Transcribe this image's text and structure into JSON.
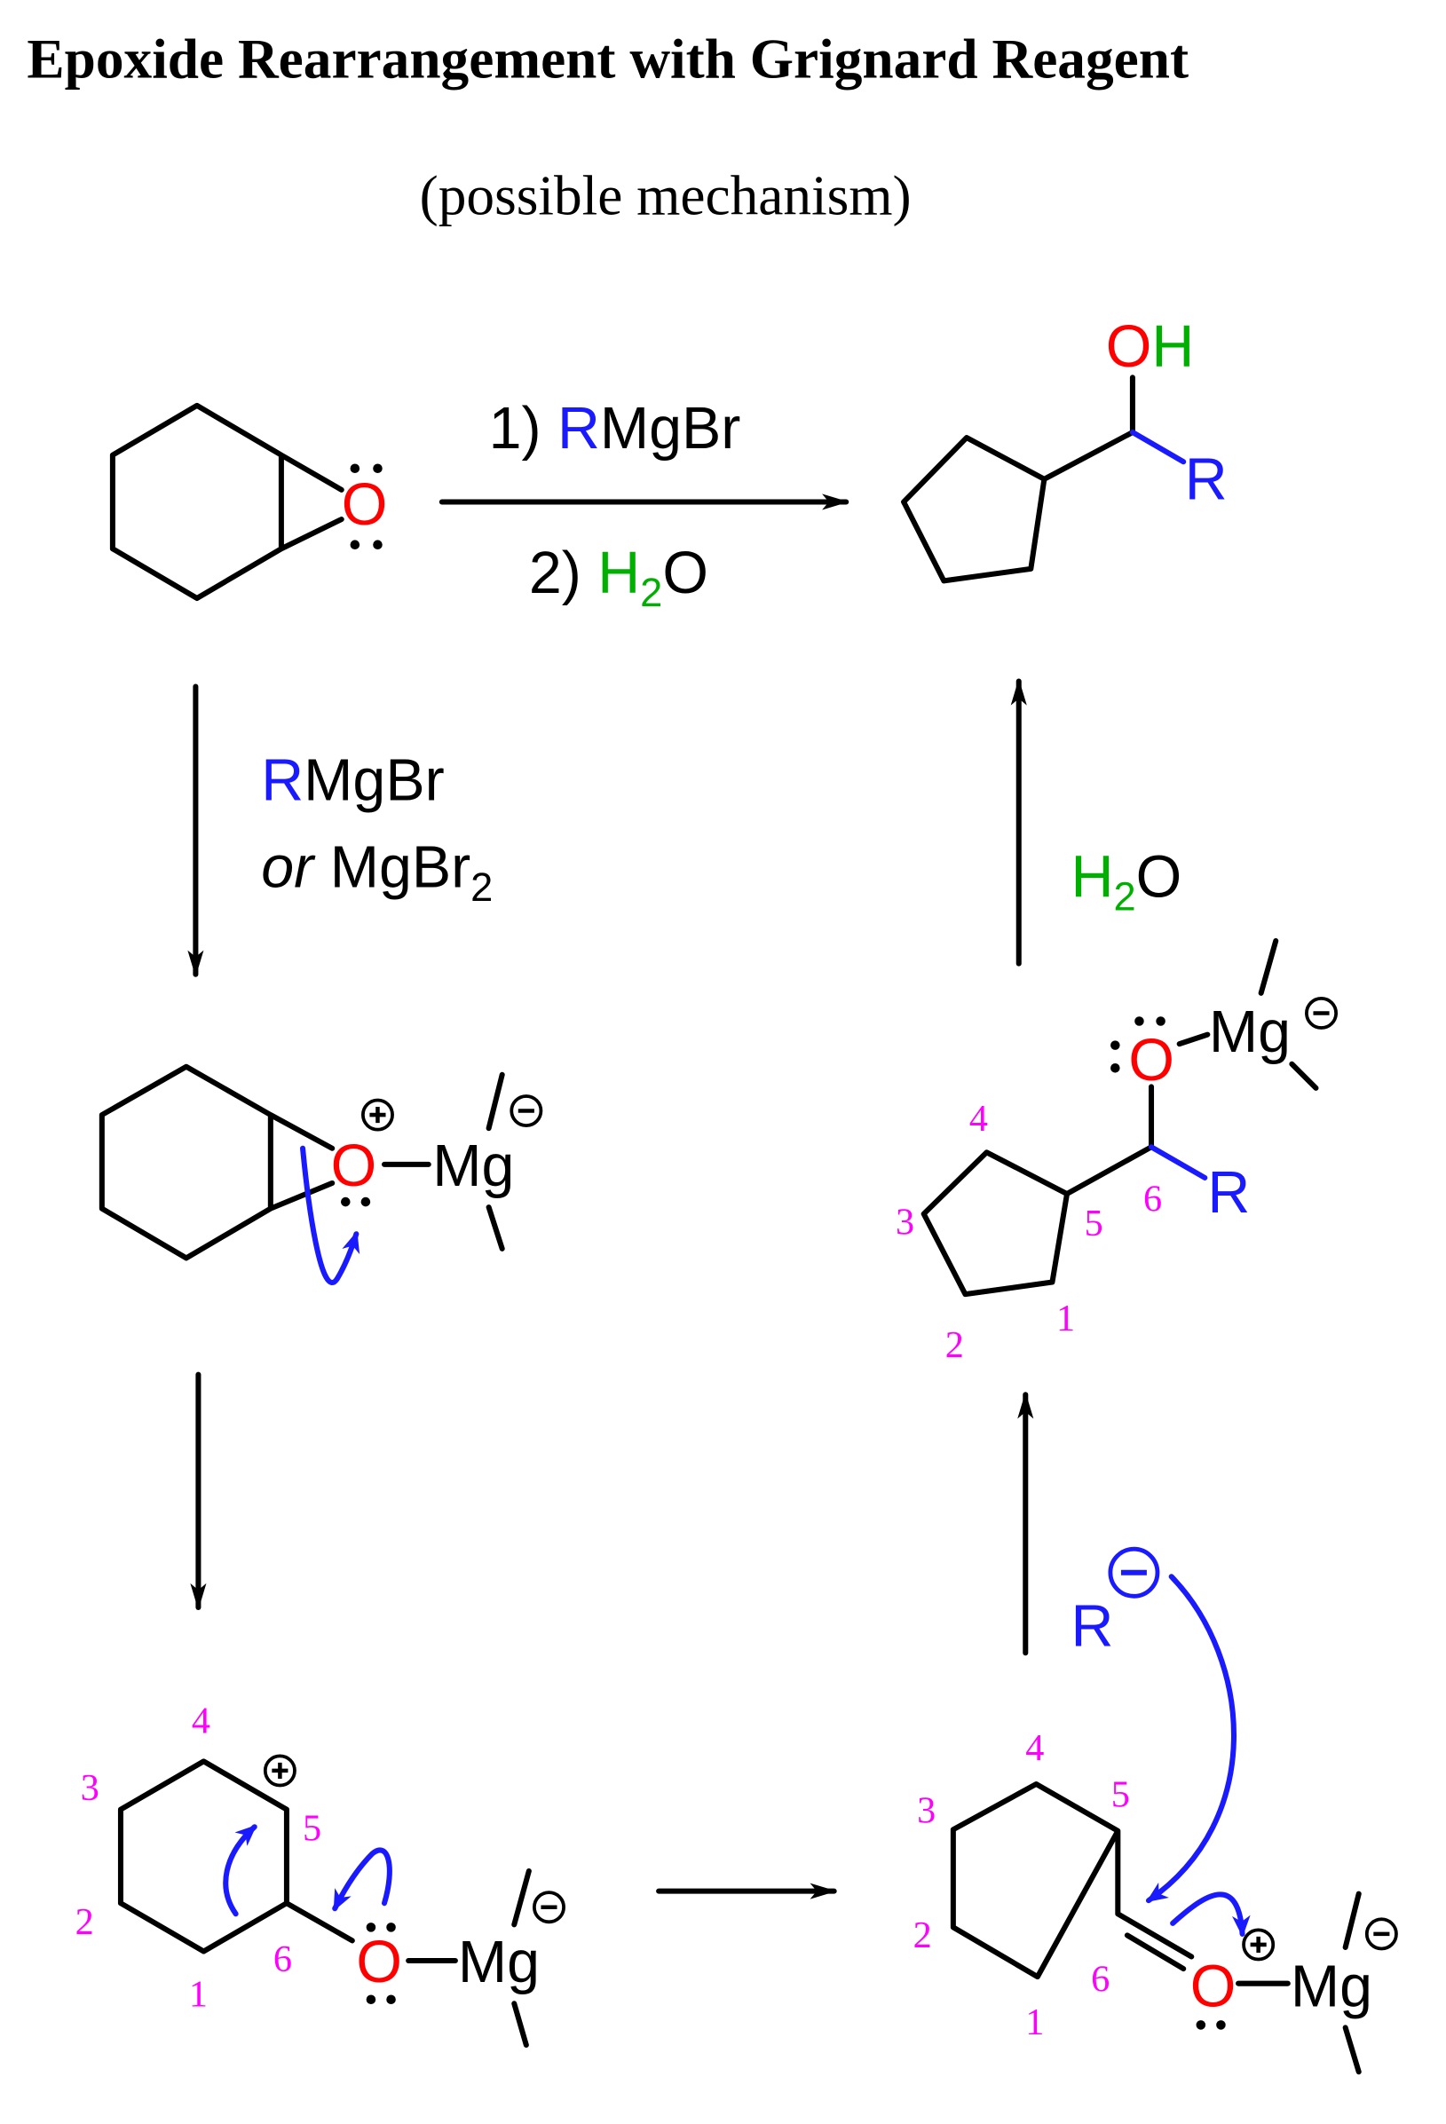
{
  "title": "Epoxide Rearrangement with Grignard Reagent",
  "subtitle": "(possible mechanism)",
  "reaction": {
    "step1_prefix": "1) ",
    "step1_r": "R",
    "step1_rest": "MgBr",
    "step2_prefix": "2) ",
    "step2_h": "H",
    "step2_sub": "2",
    "step2_o": "O"
  },
  "step_a": {
    "r": "R",
    "rest": "MgBr",
    "or": "or",
    "mgbr": " MgBr",
    "sub": "2"
  },
  "step_h2o": {
    "h": "H",
    "sub": "2",
    "o": "O"
  },
  "atoms": {
    "O": "O",
    "OH_O": "O",
    "OH_H": "H",
    "R": "R",
    "Mg": "Mg"
  },
  "numbers": [
    "1",
    "2",
    "3",
    "4",
    "5",
    "6"
  ],
  "colors": {
    "oxygen": "#ff0000",
    "r_group": "#1a1aff",
    "water": "#00b000",
    "locants": "#ff00ff"
  }
}
